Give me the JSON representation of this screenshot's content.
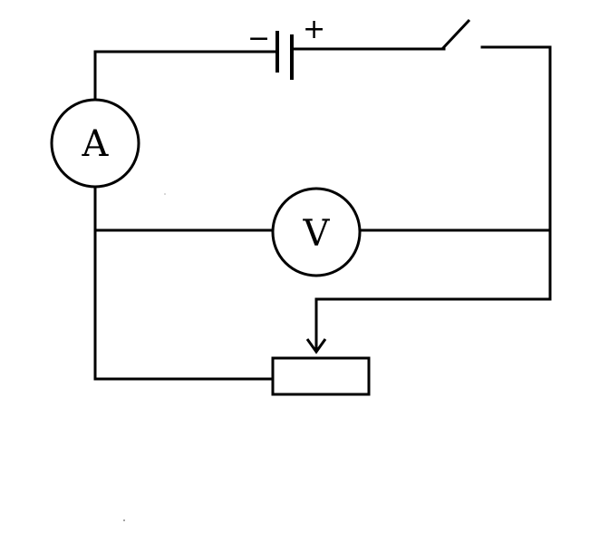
{
  "diagram": {
    "components": {
      "battery": {
        "negative_label": "−",
        "positive_label": "+"
      },
      "ammeter": {
        "symbol": "A"
      },
      "voltmeter": {
        "symbol": "V"
      },
      "switch": {
        "state": "open"
      },
      "rheostat": {
        "type": "sliding-rheostat"
      }
    }
  }
}
